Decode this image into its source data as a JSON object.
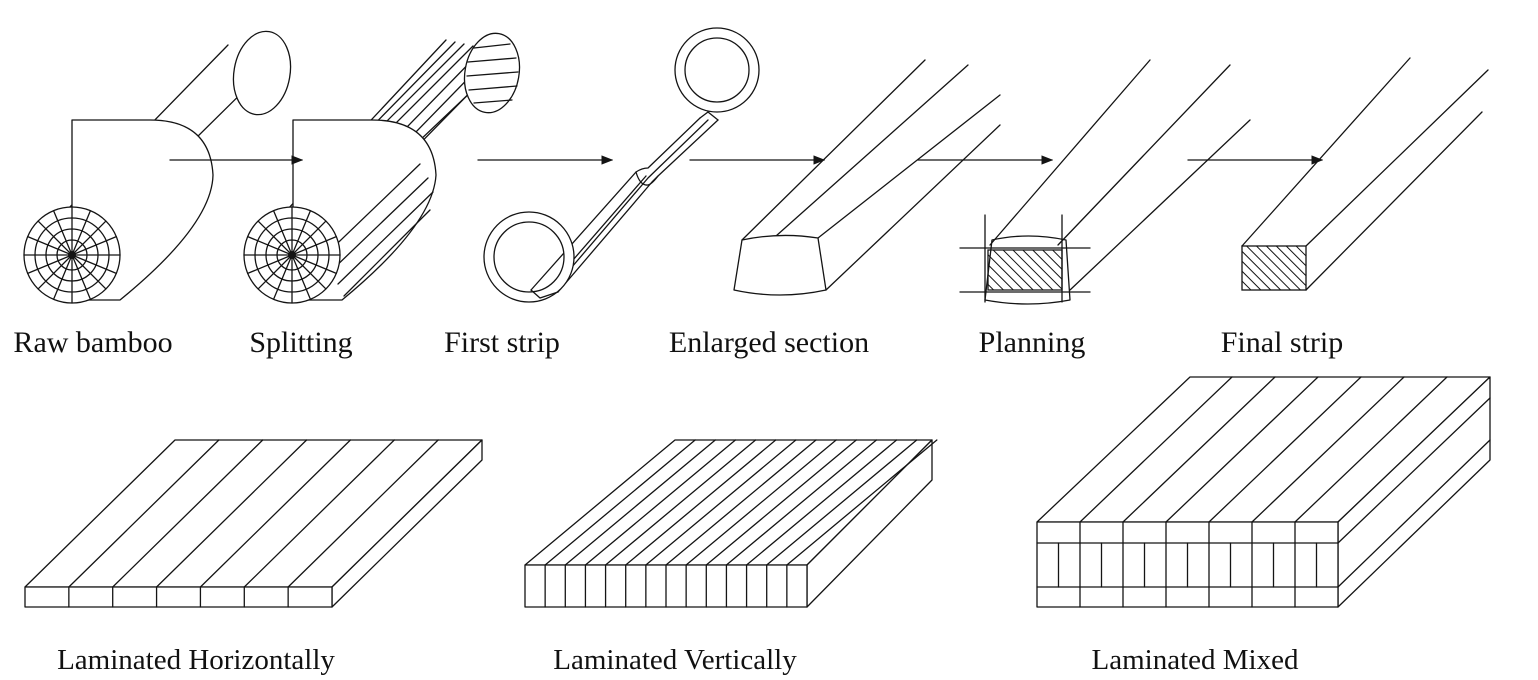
{
  "process_steps": [
    {
      "label": "Raw bamboo"
    },
    {
      "label": "Splitting"
    },
    {
      "label": "First strip"
    },
    {
      "label": "Enlarged section"
    },
    {
      "label": "Planning"
    },
    {
      "label": "Final strip"
    }
  ],
  "laminates": [
    {
      "label": "Laminated Horizontally"
    },
    {
      "label": "Laminated Vertically"
    },
    {
      "label": "Laminated Mixed"
    }
  ],
  "colors": {
    "line": "#141414",
    "background": "#ffffff",
    "hatch": "#141414"
  }
}
